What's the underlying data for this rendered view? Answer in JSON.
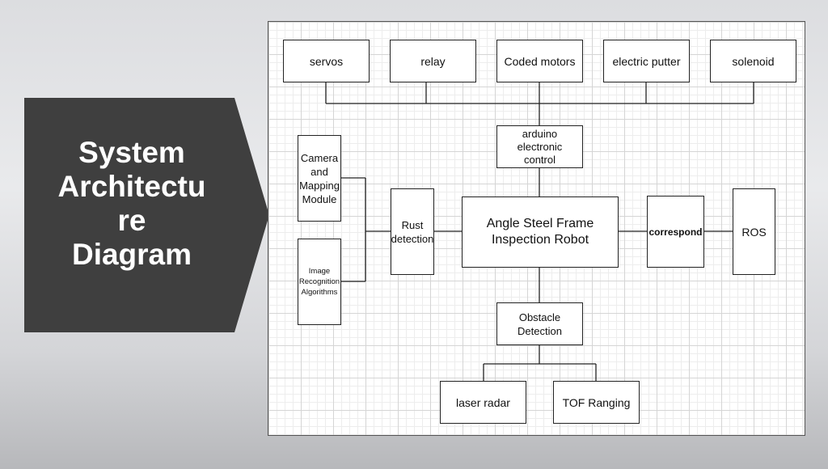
{
  "title_lines": [
    "System",
    "Architectu",
    "re",
    "Diagram"
  ],
  "colors": {
    "title_bg": "#3f3f3f",
    "title_text": "#ffffff",
    "box_border": "#222222",
    "wire": "#222222"
  },
  "nodes": {
    "servos": "servos",
    "relay": "relay",
    "coded_motors": "Coded motors",
    "electric_putter": "electric putter",
    "solenoid": "solenoid",
    "arduino": "arduino\nelectronic\ncontrol",
    "camera": "Camera\nand\nMapping\nModule",
    "image_recognition": "Image\nRecognition\nAlgorithms",
    "rust": "Rust\ndetection",
    "robot": "Angle Steel Frame\nInspection Robot",
    "correspond": "correspond",
    "ros": "ROS",
    "obstacle": "Obstacle\nDetection",
    "laser": "laser radar",
    "tof": "TOF Ranging"
  }
}
